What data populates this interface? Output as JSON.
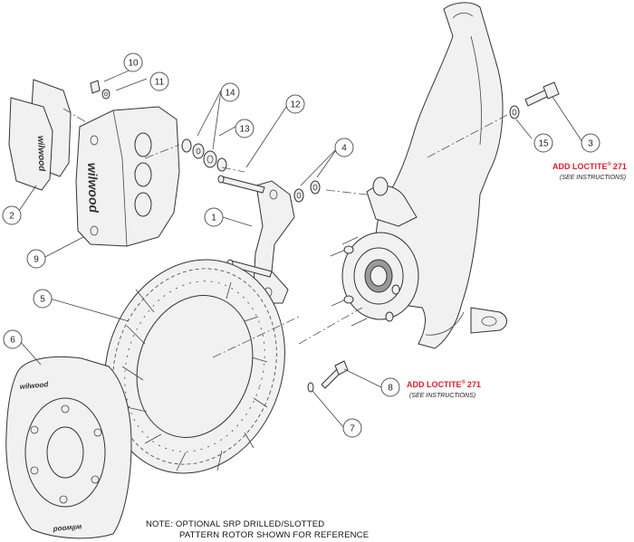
{
  "callouts": [
    {
      "id": "1",
      "label": "1"
    },
    {
      "id": "2",
      "label": "2"
    },
    {
      "id": "3",
      "label": "3"
    },
    {
      "id": "4",
      "label": "4"
    },
    {
      "id": "5",
      "label": "5"
    },
    {
      "id": "6",
      "label": "6"
    },
    {
      "id": "7",
      "label": "7"
    },
    {
      "id": "8",
      "label": "8"
    },
    {
      "id": "9",
      "label": "9"
    },
    {
      "id": "10",
      "label": "10"
    },
    {
      "id": "11",
      "label": "11"
    },
    {
      "id": "12",
      "label": "12"
    },
    {
      "id": "13",
      "label": "13"
    },
    {
      "id": "14",
      "label": "14"
    },
    {
      "id": "15",
      "label": "15"
    }
  ],
  "loctite_notes": [
    {
      "main": "ADD LOCTITE",
      "reg": "®",
      "number": "271",
      "sub": "(SEE INSTRUCTIONS)"
    },
    {
      "main": "ADD LOCTITE",
      "reg": "®",
      "number": "271",
      "sub": "(SEE INSTRUCTIONS)"
    }
  ],
  "note": {
    "line1": "NOTE: OPTIONAL SRP DRILLED/SLOTTED",
    "line2": "PATTERN ROTOR SHOWN FOR REFERENCE"
  },
  "logo_text": "wilwood",
  "colors": {
    "line": "#333333",
    "loctite_red": "#d8202a",
    "part_fill": "#f1f1f1"
  }
}
